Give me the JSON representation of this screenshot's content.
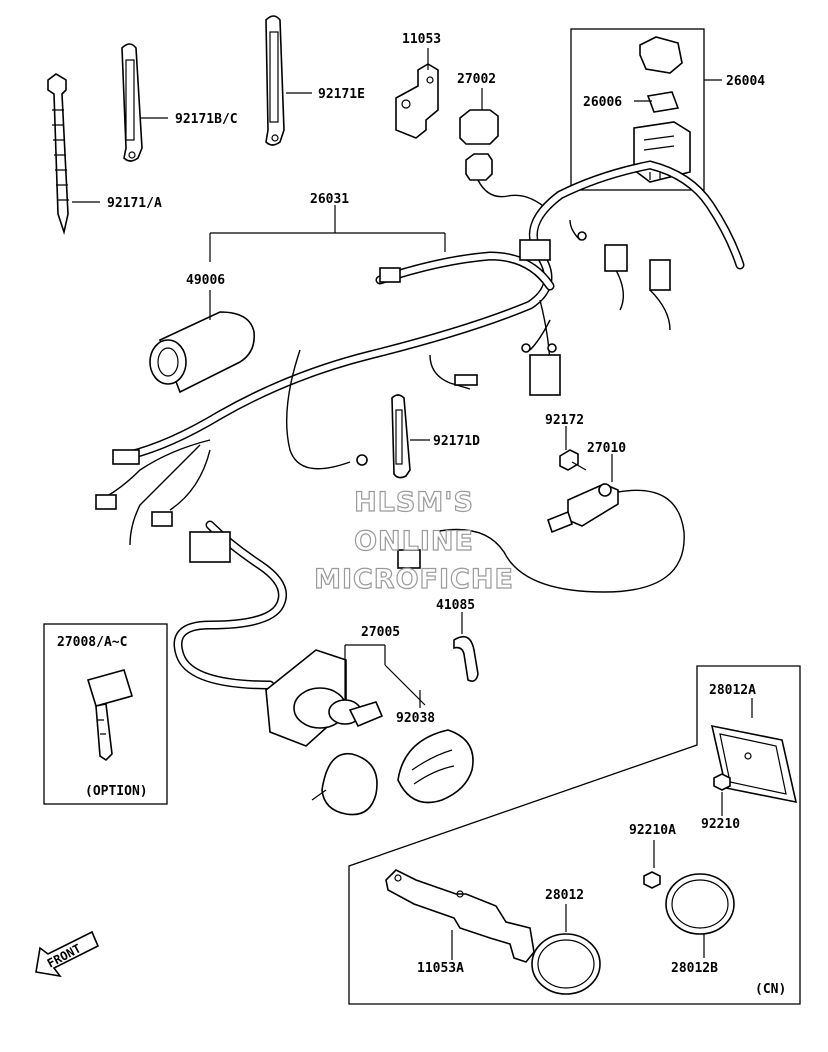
{
  "labels": {
    "p11053": "11053",
    "p27002": "27002",
    "p26004": "26004",
    "p26006": "26006",
    "p92171e": "92171E",
    "p92171bc": "92171B/C",
    "p92171a": "92171/A",
    "p26031": "26031",
    "p49006": "49006",
    "p92172": "92172",
    "p27010": "27010",
    "p92171d": "92171D",
    "p41085": "41085",
    "p27005": "27005",
    "p92038": "92038",
    "p27008": "27008/A~C",
    "option": "(OPTION)",
    "p28012a": "28012A",
    "p92210": "92210",
    "p92210a": "92210A",
    "p28012": "28012",
    "p11053a": "11053A",
    "p28012b": "28012B",
    "cn": "(CN)",
    "front": "FRONT"
  },
  "watermark": {
    "line1": "HLSM'S",
    "line2": "ONLINE",
    "line3": "MICROFICHE"
  },
  "colors": {
    "line": "#000000",
    "watermark_outline": "#9a9a9a",
    "background": "#ffffff"
  }
}
